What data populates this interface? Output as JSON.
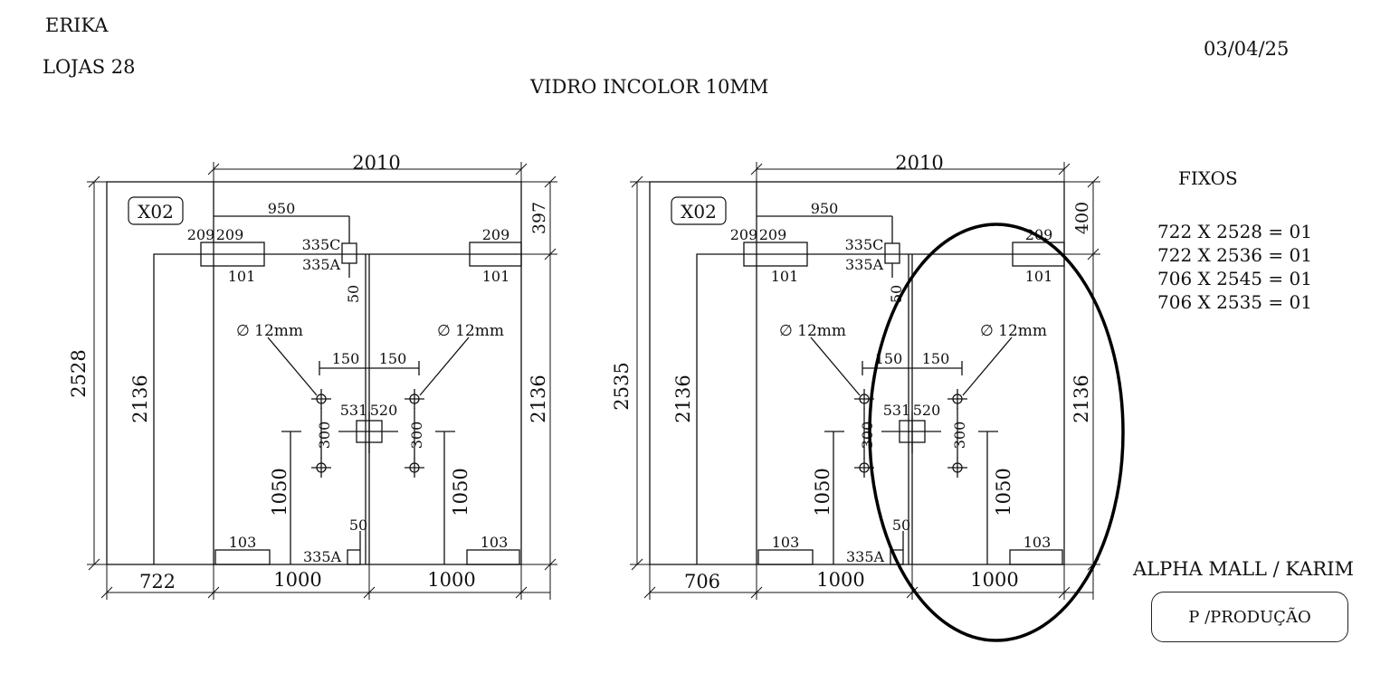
{
  "header": {
    "client": "ERIKA",
    "store": "LOJAS  28",
    "date": "03/04/25",
    "glass": "VIDRO INCOLOR 10MM"
  },
  "drawings": [
    {
      "tag": "X02",
      "total_width": "2010",
      "total_height": "2528",
      "fixed_height": "2136",
      "fixed_width": "722",
      "door_width_left": "1000",
      "door_width_right": "1000",
      "top_right_height": "397",
      "right_height": "2136",
      "dim_950": "950",
      "hinge_left_a": "209",
      "hinge_left_b": "209",
      "hinge_left_c": "101",
      "hinge_right_a": "209",
      "hinge_right_b": "101",
      "pivot_top_c": "335C",
      "pivot_top_a": "335A",
      "pivot_top_gap": "50",
      "hole_left": "∅ 12mm",
      "hole_right": "∅ 12mm",
      "spacing_left": "150",
      "spacing_right": "150",
      "handle_left": "531",
      "handle_right": "520",
      "handle_gap_left": "300",
      "handle_gap_right": "300",
      "handle_height_left": "1050",
      "handle_height_right": "1050",
      "bottom_left": "103",
      "bottom_right": "103",
      "pivot_bottom_a": "335A",
      "pivot_bottom_gap": "50"
    },
    {
      "tag": "X02",
      "total_width": "2010",
      "total_height": "2535",
      "fixed_height": "2136",
      "fixed_width": "706",
      "door_width_left": "1000",
      "door_width_right": "1000",
      "top_right_height": "400",
      "right_height": "2136",
      "dim_950": "950",
      "hinge_left_a": "209",
      "hinge_left_b": "209",
      "hinge_left_c": "101",
      "hinge_right_a": "209",
      "hinge_right_b": "101",
      "pivot_top_c": "335C",
      "pivot_top_a": "335A",
      "pivot_top_gap": "50",
      "hole_left": "∅ 12mm",
      "hole_right": "∅ 12mm",
      "spacing_left": "150",
      "spacing_right": "150",
      "handle_left": "531",
      "handle_right": "520",
      "handle_gap_left": "300",
      "handle_gap_right": "300",
      "handle_height_left": "1050",
      "handle_height_right": "1050",
      "bottom_left": "103",
      "bottom_right": "103",
      "pivot_bottom_a": "335A",
      "pivot_bottom_gap": "50"
    }
  ],
  "fixos": {
    "title": "FIXOS",
    "items": [
      "722 X 2528 = 01",
      "722 X 2536 = 01",
      "706 X 2545 = 01",
      "706 X 2535 = 01"
    ]
  },
  "footer": {
    "project": "ALPHA MALL / KARIM",
    "stamp": "P /PRODUÇÃO"
  },
  "colors": {
    "ink": "#111111",
    "background": "#ffffff"
  }
}
